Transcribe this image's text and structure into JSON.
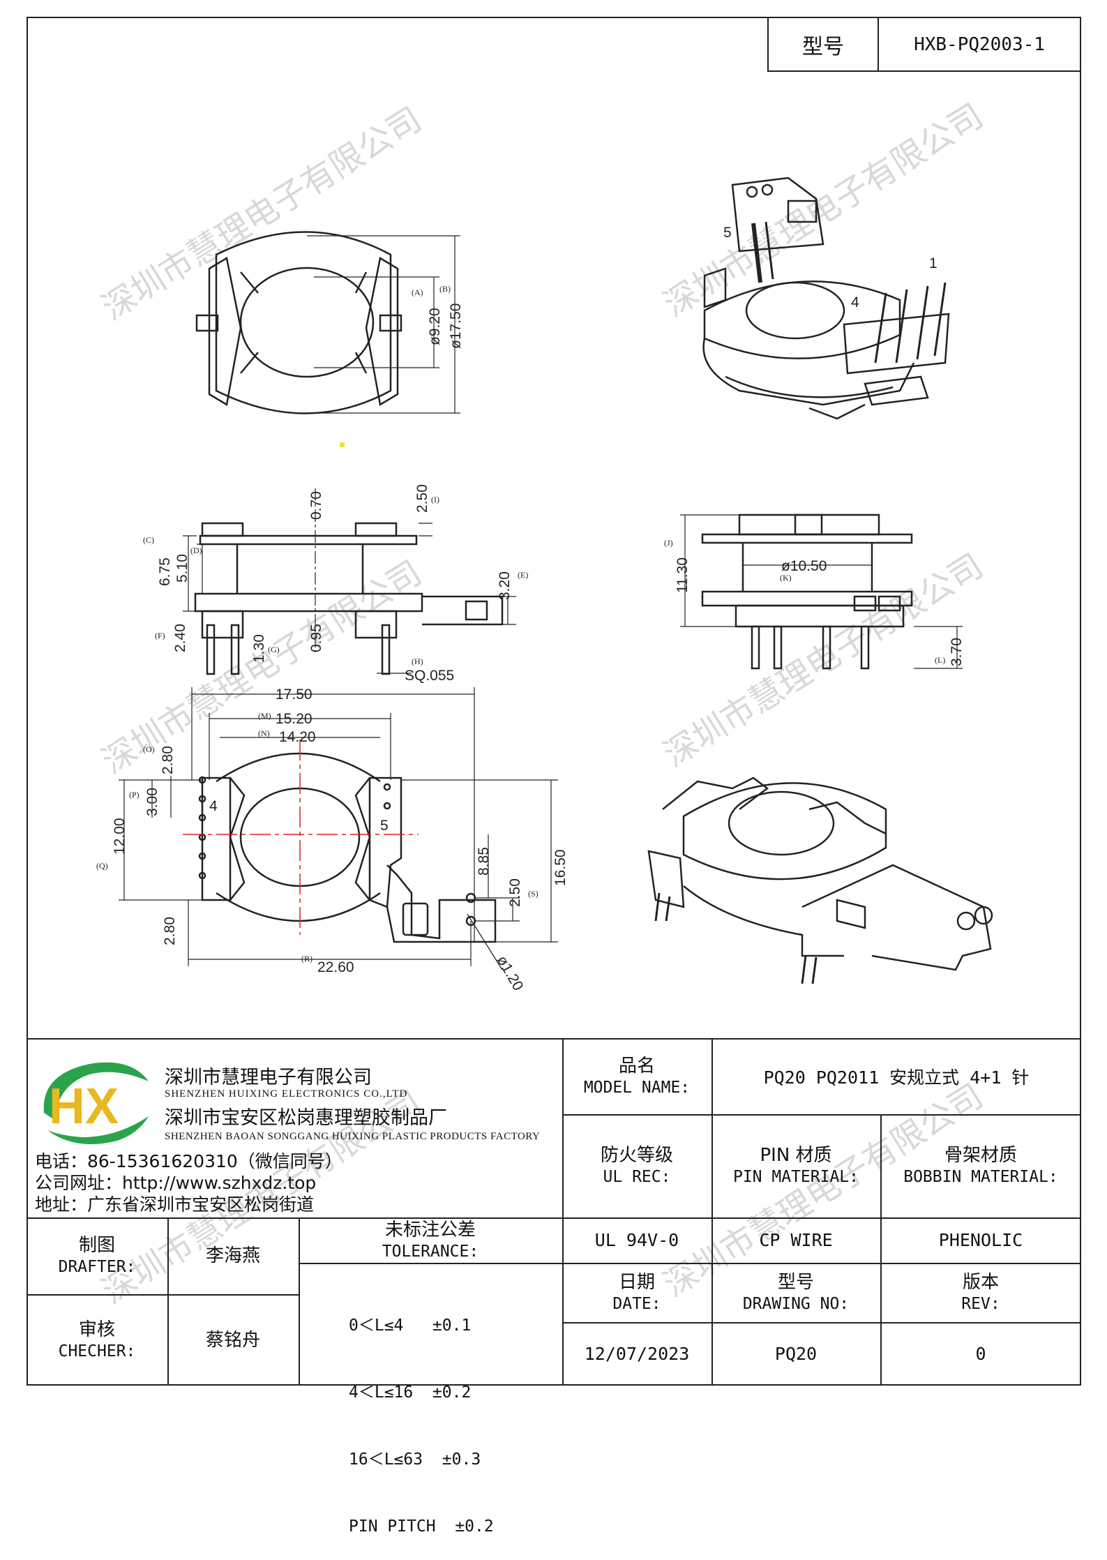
{
  "header": {
    "type_label": "型号",
    "type_value": "HXB-PQ2003-1"
  },
  "watermark": "深圳市慧理电子有限公司",
  "dims": {
    "d_9_20": "ø9.20",
    "d_17_50": "ø17.50",
    "d_2_50": "2.50",
    "d_0_70": "0.70",
    "d_6_75": "6.75",
    "d_5_10": "5.10",
    "d_3_20": "3.20",
    "d_2_40": "2.40",
    "d_1_30": "1.30",
    "d_0_95": "0.95",
    "d_sq": "SQ.055",
    "d_11_30": "11.30",
    "d_10_50": "ø10.50",
    "d_3_70": "3.70",
    "d_17_50b": "17.50",
    "d_15_20": "15.20",
    "d_14_20": "14.20",
    "d_2_80a": "2.80",
    "d_3_00": "3.00",
    "d_12_00": "12.00",
    "d_2_80b": "2.80",
    "d_8_85": "8.85",
    "d_2_50b": "2.50",
    "d_16_50": "16.50",
    "d_22_60": "22.60",
    "d_1_20": "ø1.20"
  },
  "refs": {
    "A": "(A)",
    "B": "(B)",
    "C": "(C)",
    "D": "(D)",
    "E": "(E)",
    "F": "(F)",
    "G": "(G)",
    "H": "(H)",
    "I": "(I)",
    "J": "(J)",
    "K": "(K)",
    "L": "(L)",
    "M": "(M)",
    "N": "(N)",
    "O": "(O)",
    "P": "(P)",
    "Q": "(Q)",
    "R": "(R)",
    "S": "(S)"
  },
  "pin_labels": {
    "p1": "1",
    "p4": "4",
    "p5": "5",
    "p4b": "4",
    "p5b": "5"
  },
  "company": {
    "logo_text": "HX",
    "name_cn": "深圳市慧理电子有限公司",
    "name_en": "SHENZHEN HUIXING ELECTRONICS CO.,LTD",
    "factory_cn": "深圳市宝安区松岗惠理塑胶制品厂",
    "factory_en": "SHENZHEN BAOAN SONGGANG HUIXING PLASTIC PRODUCTS FACTORY",
    "phone": "电话：86-15361620310（微信同号）",
    "website": "公司网址：http://www.szhxdz.top",
    "address": "地址：广东省深圳市宝安区松岗街道"
  },
  "model_name": {
    "label_cn": "品名",
    "label_en": "MODEL NAME:",
    "value": "PQ20 PQ2011 安规立式 4+1 针"
  },
  "ul_rec": {
    "label_cn": "防火等级",
    "label_en": "UL REC:",
    "value": "UL 94V-0"
  },
  "pin_material": {
    "label_cn": "PIN 材质",
    "label_en": "PIN MATERIAL:",
    "value": "CP WIRE"
  },
  "bobbin_material": {
    "label_cn": "骨架材质",
    "label_en": "BOBBIN MATERIAL:",
    "value": "PHENOLIC"
  },
  "date": {
    "label_cn": "日期",
    "label_en": "DATE:",
    "value": "12/07/2023"
  },
  "drawing_no": {
    "label_cn": "型号",
    "label_en": "DRAWING NO:",
    "value": "PQ20"
  },
  "rev": {
    "label_cn": "版本",
    "label_en": "REV:",
    "value": "0"
  },
  "drafter": {
    "label_cn": "制图",
    "label_en": "DRAFTER:",
    "name": "李海燕"
  },
  "checker": {
    "label_cn": "审核",
    "label_en": "CHECHER:",
    "name": "蔡铭舟"
  },
  "tolerance": {
    "label_cn": "未标注公差",
    "label_en": "TOLERANCE:",
    "rows": [
      "0＜L≤4   ±0.1",
      "4＜L≤16  ±0.2",
      "16＜L≤63  ±0.3",
      "PIN PITCH  ±0.2"
    ]
  }
}
